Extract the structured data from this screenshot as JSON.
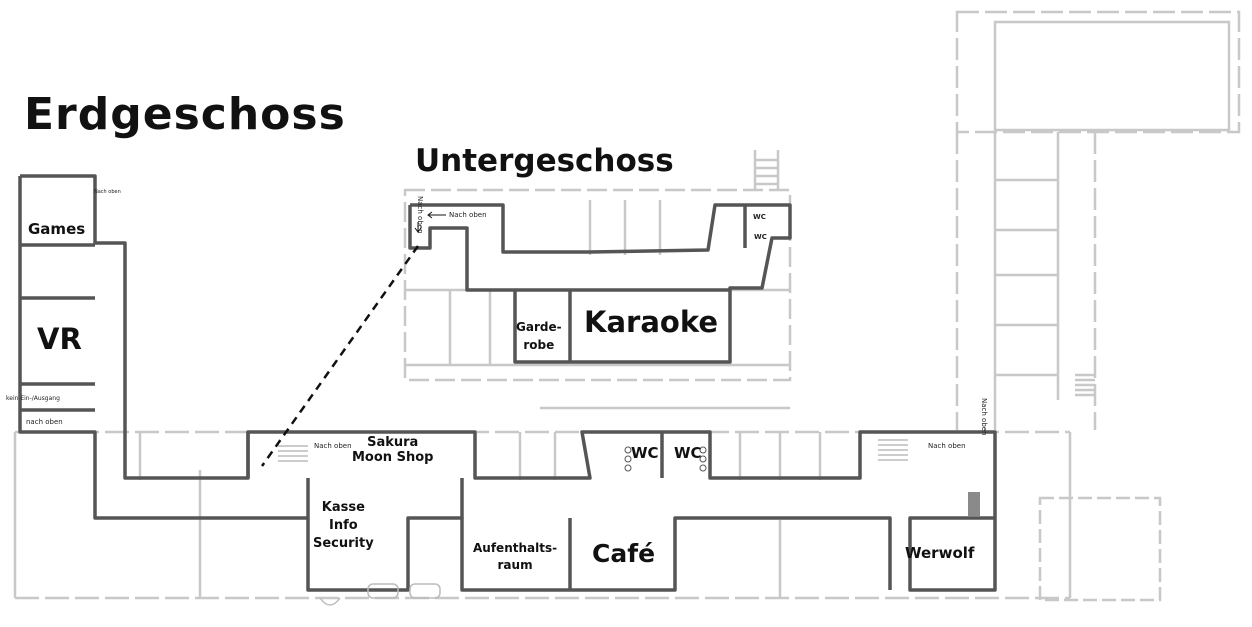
{
  "titles": {
    "ground_floor": "Erdgeschoss",
    "basement": "Untergeschoss"
  },
  "rooms": {
    "games": "Games",
    "vr": "VR",
    "sakura_moon_shop": "Sakura\nMoon Shop",
    "kasse_info_security": "Kasse\nInfo\nSecurity",
    "wc_1": "WC",
    "wc_2": "WC",
    "aufenthaltsraum": "Aufenthalts-\nraum",
    "cafe": "Café",
    "werwolf": "Werwolf",
    "garderobe": "Garde-\nrobe",
    "karaoke": "Karaoke",
    "wc_basement_1": "WC",
    "wc_basement_2": "WC"
  },
  "notes": {
    "nach_oben_basement": "Nach oben",
    "nach_oben_basement_vertical": "Nach oben",
    "nach_oben_shop": "Nach oben",
    "nach_oben_right": "Nach oben",
    "nach_oben_right_vertical": "Nach oben",
    "nach_oben_left": "nach oben",
    "nach_oben_top_left": "Nach oben",
    "kein_ausgang": "kein Ein-/Ausgang"
  },
  "colors": {
    "route_outline": "#555555",
    "building_lines": "#c8c8c8",
    "text": "#111111"
  }
}
